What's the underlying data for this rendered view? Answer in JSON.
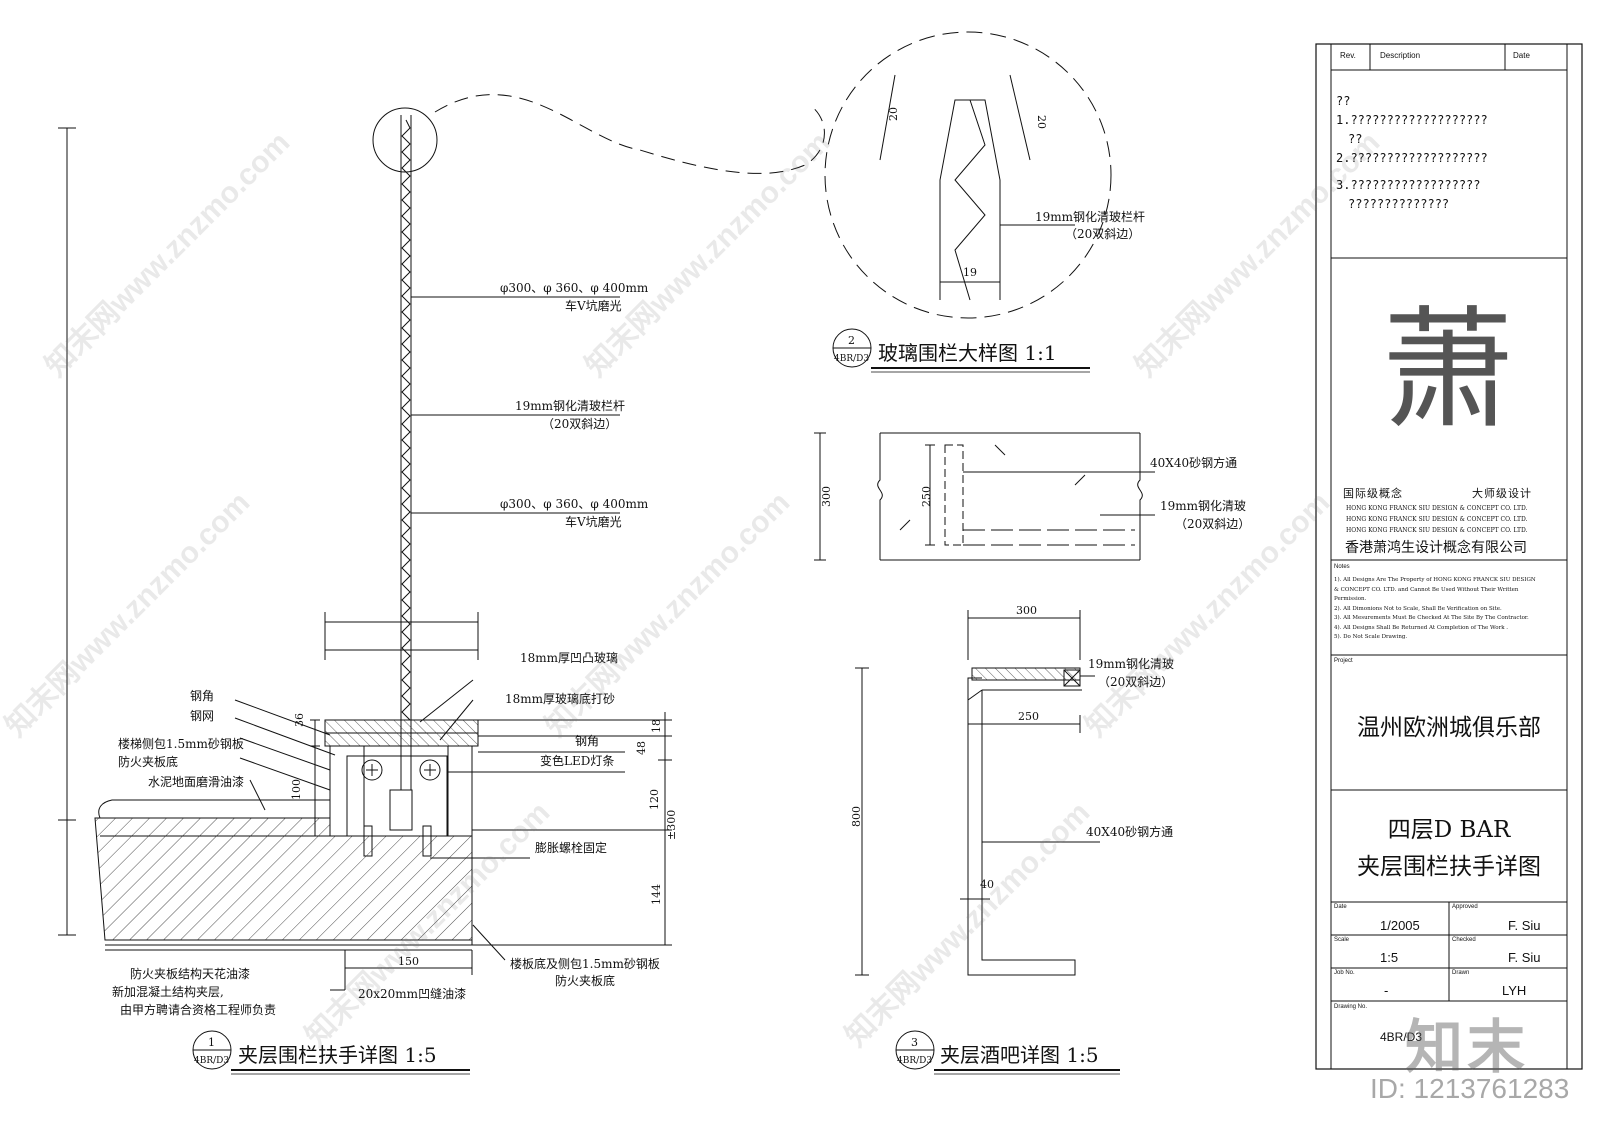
{
  "detail1": {
    "circle_no": "1",
    "sheet_ref": "4BR/D3",
    "title": "夹层围栏扶手详图 1:5",
    "labels": {
      "phi_a": "φ300、φ 360、φ 400mm",
      "vgroove_a": "车V坑磨光",
      "glass_rail": "19mm钢化清玻栏杆",
      "bevel": "（20双斜边）",
      "phi_b": "φ300、φ 360、φ 400mm",
      "vgroove_b": "车V坑磨光",
      "concave_glass": "18mm厚凹凸玻璃",
      "sand_glass": "18mm厚玻璃底打砂",
      "steel_angle_l": "钢角",
      "mesh": "钢网",
      "stair_clad": "楼梯侧包1.5mm砂钢板",
      "fireboard": "防火夹板底",
      "floor_paint": "水泥地面磨滑油漆",
      "steel_angle_r": "钢角",
      "led": "变色LED灯条",
      "anchor": "膨胀螺栓固定",
      "slab_clad": "楼板底及侧包1.5mm砂钢板",
      "fireboard_b": "防火夹板底",
      "ceiling_paint": "防火夹板结构天花油漆",
      "new_concrete": "新加混凝土结构夹层,",
      "engineer": "由甲方聘请合资格工程师负责",
      "groove": "20x20mm凹缝油漆"
    },
    "dims": {
      "d36": "36",
      "d100": "100",
      "d18": "18",
      "d48": "48",
      "d120": "120",
      "d300": "±300",
      "d144": "144",
      "d150": "150"
    }
  },
  "detail2": {
    "circle_no": "2",
    "sheet_ref": "4BR/D3",
    "title": "玻璃围栏大样图 1:1",
    "labels": {
      "rail": "19mm钢化清玻栏杆",
      "bevel": "（20双斜边）"
    },
    "dims": {
      "a": "20",
      "b": "20",
      "c": "19"
    }
  },
  "section_a": {
    "labels": {
      "tube": "40X40砂钢方通",
      "glass": "19mm钢化清玻",
      "bevel": "（20双斜边）"
    },
    "dims": {
      "h300": "300",
      "h250": "250"
    }
  },
  "detail3": {
    "circle_no": "3",
    "sheet_ref": "4BR/D3",
    "title": "夹层酒吧详图 1:5",
    "labels": {
      "glass": "19mm钢化清玻",
      "bevel": "（20双斜边）",
      "tube": "40X40砂钢方通"
    },
    "dims": {
      "w300": "300",
      "w250": "250",
      "h800": "800",
      "w40": "40"
    }
  },
  "title_block": {
    "rev_header": "Rev.",
    "desc_header": "Description",
    "date_header": "Date",
    "rev_lines": [
      "??",
      "1.???????????????????",
      "??",
      "2.???????????????????",
      "3.??????????????????",
      "??????????????"
    ],
    "logo_char": "萧",
    "slogan_left": "国际级概念",
    "slogan_right": "大师级设计",
    "company_en": [
      "HONG KONG FRANCK SIU DESIGN & CONCEPT CO. LTD.",
      "HONG KONG FRANCK SIU DESIGN & CONCEPT CO. LTD.",
      "HONG KONG FRANCK SIU DESIGN & CONCEPT CO. LTD."
    ],
    "company_cn": "香港萧鸿生设计概念有限公司",
    "notes_header": "Notes",
    "notes": [
      "1). All Designs Are The Property of HONG KONG FRANCK SIU DESIGN",
      "& CONCEPT CO. LTD. and Cannot Be Used Without Their Written",
      "Permission.",
      "2). All Dimonions Not to Scale, Shall Be Verification on Site.",
      "3). All Mesurements Must Be Checked At The Site By The Contractor.",
      "4). All Designs Shall Be Returned At Completion of The Work .",
      "5). Do Not Scale Drawing."
    ],
    "project_header": "Project",
    "project": "温州欧洲城俱乐部",
    "drawing_title_1": "四层D BAR",
    "drawing_title_2": "夹层围栏扶手详图",
    "date_label": "Date",
    "date_value": "1/2005",
    "approved_label": "Approved",
    "approved_value": "F. Siu",
    "scale_label": "Scale",
    "scale_value": "1:5",
    "checked_label": "Checked",
    "checked_value": "F. Siu",
    "jobno_label": "Job No.",
    "jobno_value": "-",
    "drawn_label": "Drawn",
    "drawn_value": "LYH",
    "drawingno_label": "Drawing No.",
    "drawingno_value": "4BR/D3"
  },
  "watermark": {
    "text": "知末网www.znzmo.com",
    "brand": "知末",
    "id": "ID: 1213761283"
  }
}
